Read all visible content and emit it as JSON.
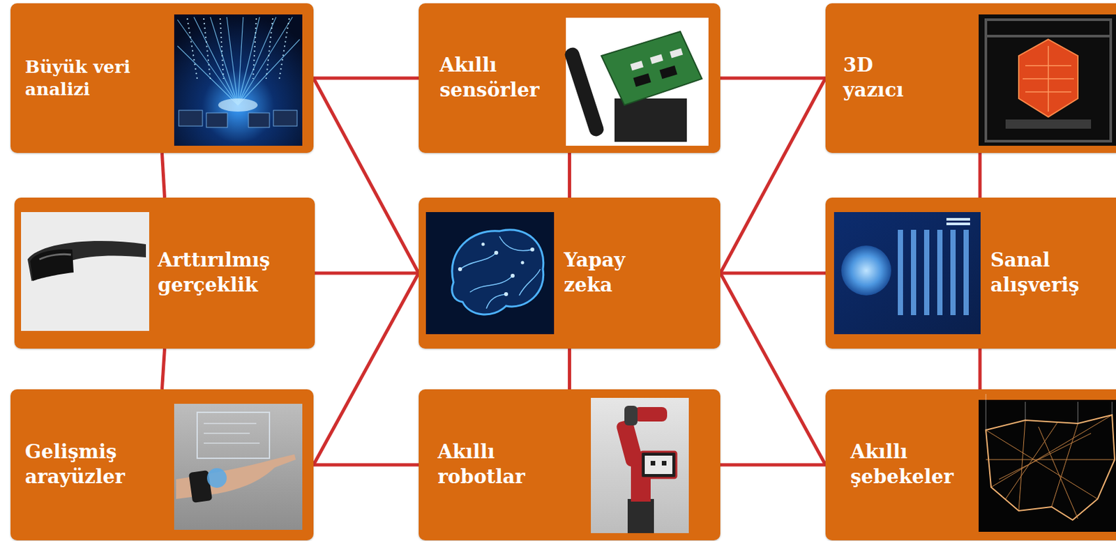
{
  "diagram": {
    "nodes": [
      {
        "text": [
          "Büyük veri analizi"
        ]
      },
      {
        "text": [
          "Akıllı sensörler"
        ]
      },
      {
        "text": [
          "3D yazıcı"
        ]
      },
      {
        "text": [
          "Arttırılmış gerçeklik"
        ]
      },
      {
        "text": [
          "Yapay zeka"
        ]
      },
      {
        "text": [
          "Sanal alışveriş"
        ]
      },
      {
        "text": [
          "Gelişmiş arayüzler"
        ]
      },
      {
        "text": [
          "Akıllı robotlar"
        ]
      },
      {
        "text": [
          "Akıllı şebekeler"
        ]
      }
    ],
    "edges": [
      {
        "from": 0,
        "to": 1,
        "arrow": "none"
      },
      {
        "from": 1,
        "to": 2,
        "arrow": "none"
      },
      {
        "from": 0,
        "to": 3,
        "arrow": "none"
      },
      {
        "from": 3,
        "to": 6,
        "arrow": "none"
      },
      {
        "from": 3,
        "to": 4,
        "arrow": "none"
      },
      {
        "from": 6,
        "to": 7,
        "arrow": "none"
      },
      {
        "from": 1,
        "to": 4,
        "arrow": "none"
      },
      {
        "from": 4,
        "to": 7,
        "arrow": "none"
      },
      {
        "from": 2,
        "to": 5,
        "arrow": "none"
      },
      {
        "from": 5,
        "to": 8,
        "arrow": "none"
      },
      {
        "from": 4,
        "to": 5,
        "arrow": "none"
      },
      {
        "from": 7,
        "to": 8,
        "arrow": "none"
      },
      {
        "from": 0,
        "to": 4,
        "arrow": "none"
      },
      {
        "from": 6,
        "to": 4,
        "arrow": "none"
      },
      {
        "from": 2,
        "to": 4,
        "arrow": "none"
      },
      {
        "from": 8,
        "to": 4,
        "arrow": "none"
      }
    ]
  }
}
